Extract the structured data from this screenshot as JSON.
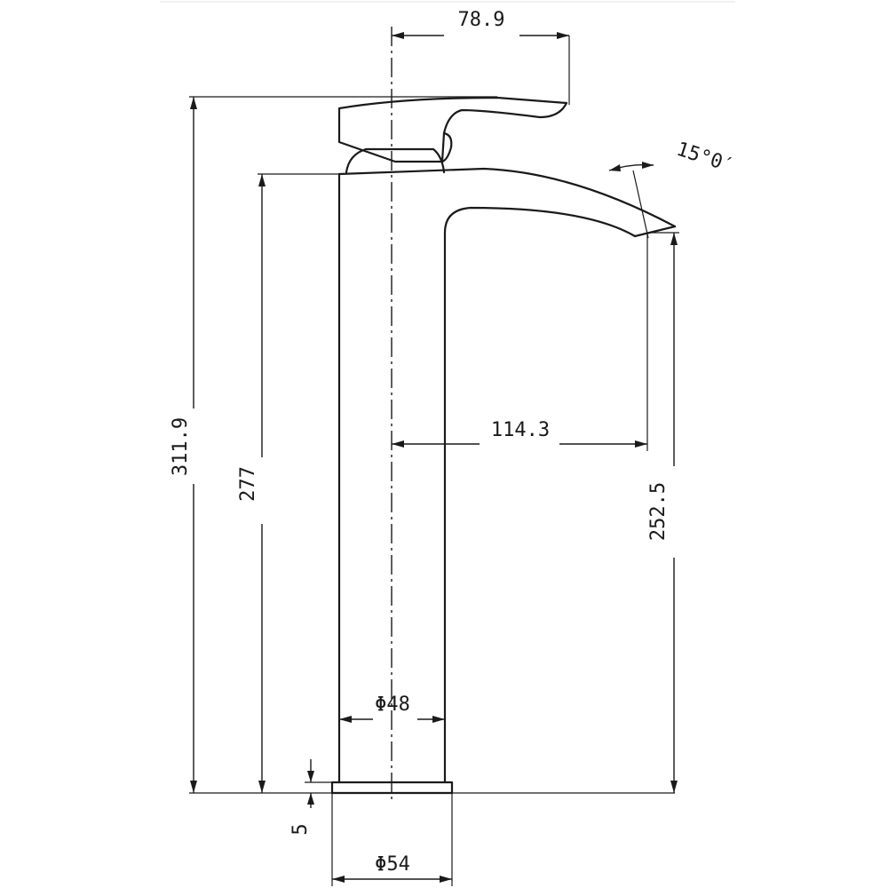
{
  "dimensions": {
    "handle_reach": "78.9",
    "tilt_angle": "15°0′",
    "spout_reach": "114.3",
    "overall_height": "311.9",
    "body_height": "277",
    "outlet_height": "252.5",
    "body_diameter": "Φ48",
    "base_thickness": "5",
    "base_diameter": "Φ54"
  }
}
